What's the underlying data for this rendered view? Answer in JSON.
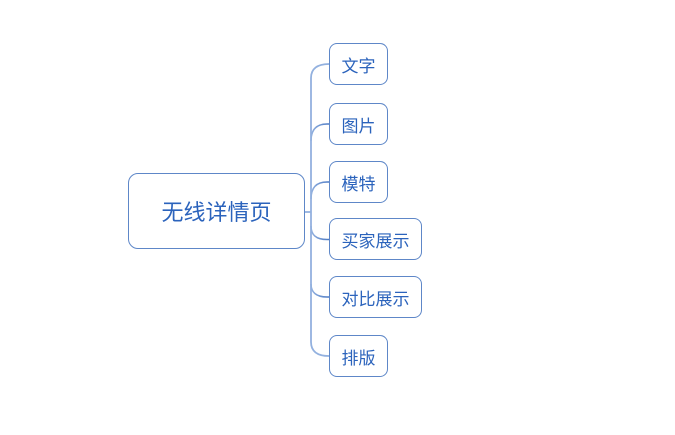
{
  "mindmap": {
    "root": {
      "label": "无线详情页"
    },
    "children": [
      {
        "label": "文字"
      },
      {
        "label": "图片"
      },
      {
        "label": "模特"
      },
      {
        "label": "买家展示"
      },
      {
        "label": "对比展示"
      },
      {
        "label": "排版"
      }
    ],
    "colors": {
      "background": "#FFFFFF",
      "node_border": "#5E87C8",
      "node_text": "#2B63BC",
      "connector_trunk": "#93B1DF",
      "connector_branch": "#4C7AC4"
    }
  }
}
